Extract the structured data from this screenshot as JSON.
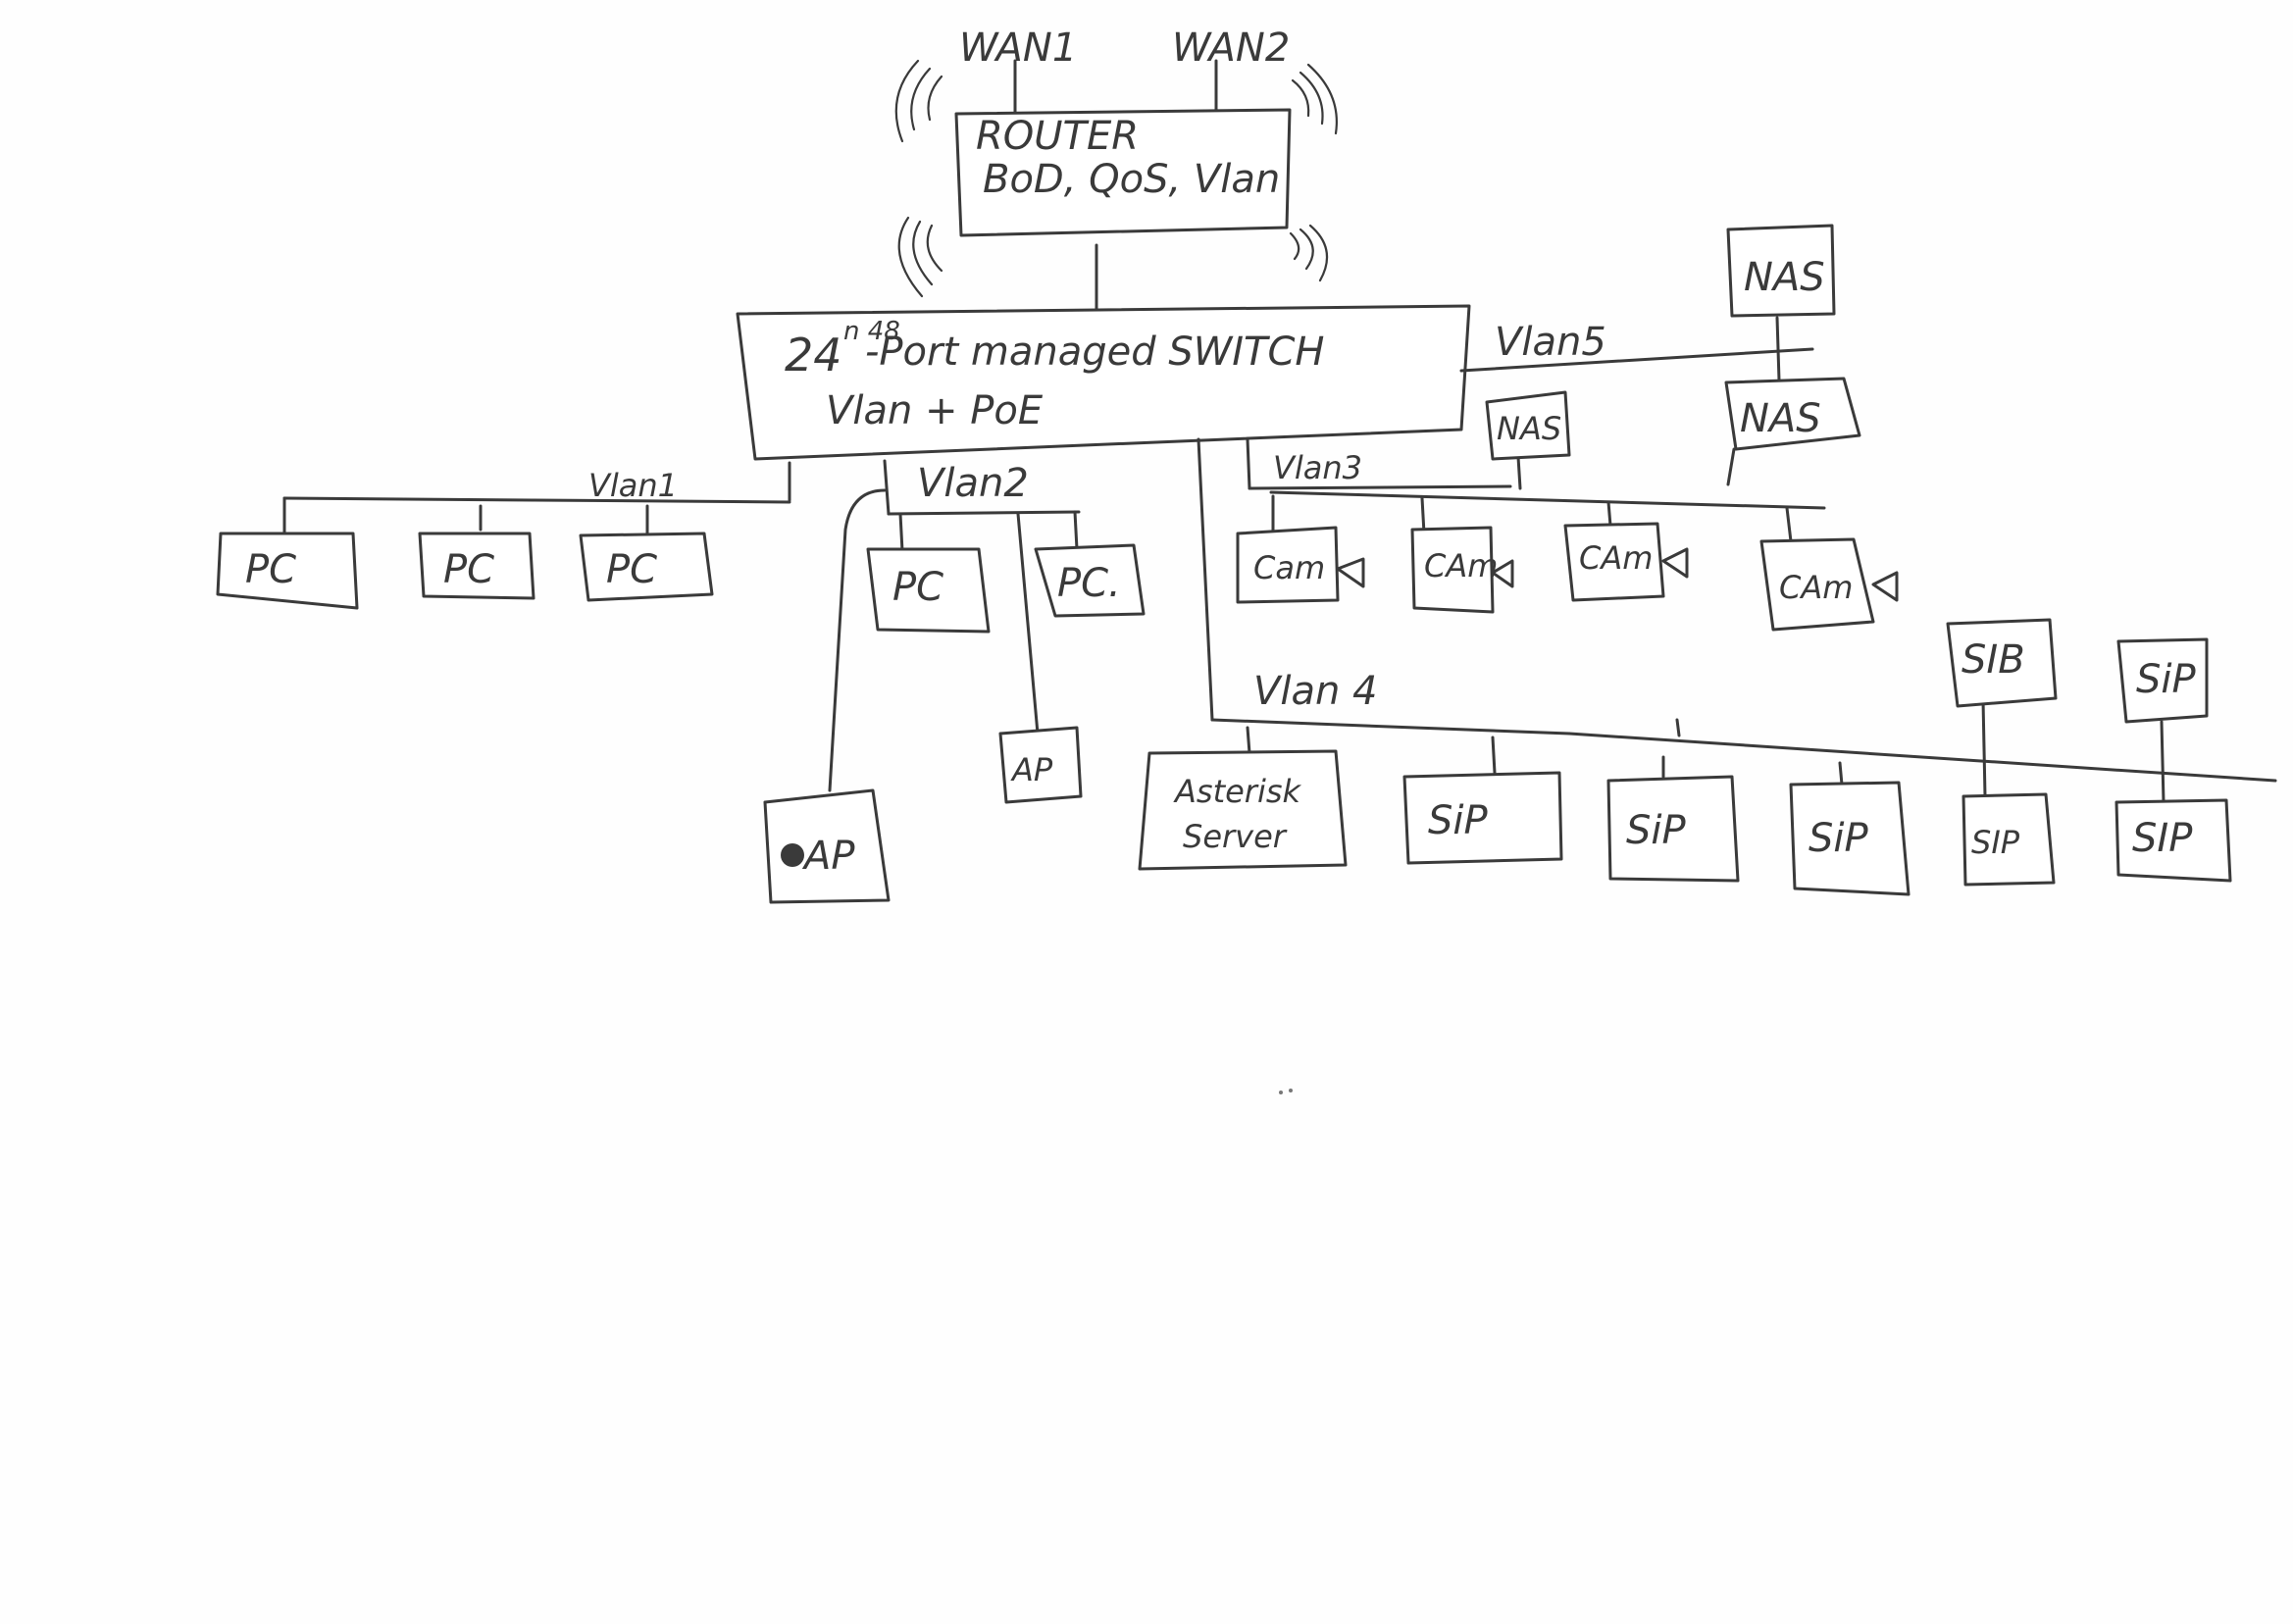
{
  "router": {
    "wan1": "WAN1",
    "wan2": "WAN2",
    "title": "ROUTER",
    "features": "BoD, QoS, Vlan"
  },
  "switch": {
    "line1_prefix": "24",
    "line1_sup": "n 48",
    "line1_rest": "-Port managed SWITCH",
    "line2": "Vlan + PoE"
  },
  "vlans": {
    "v1": "Vlan1",
    "v2": "Vlan2",
    "v3": "Vlan3",
    "v4": "Vlan 4",
    "v5": "Vlan5"
  },
  "devices": {
    "pc": "PC",
    "pc_dot": "PC.",
    "ap": "AP",
    "cam_a": "Cam",
    "cam_b": "CAm",
    "nas": "NAS",
    "sip": "SIP",
    "sip_lower": "SiP",
    "sip_odd": "SIB",
    "asterisk_line1": "Asterisk",
    "asterisk_line2": "Server"
  }
}
